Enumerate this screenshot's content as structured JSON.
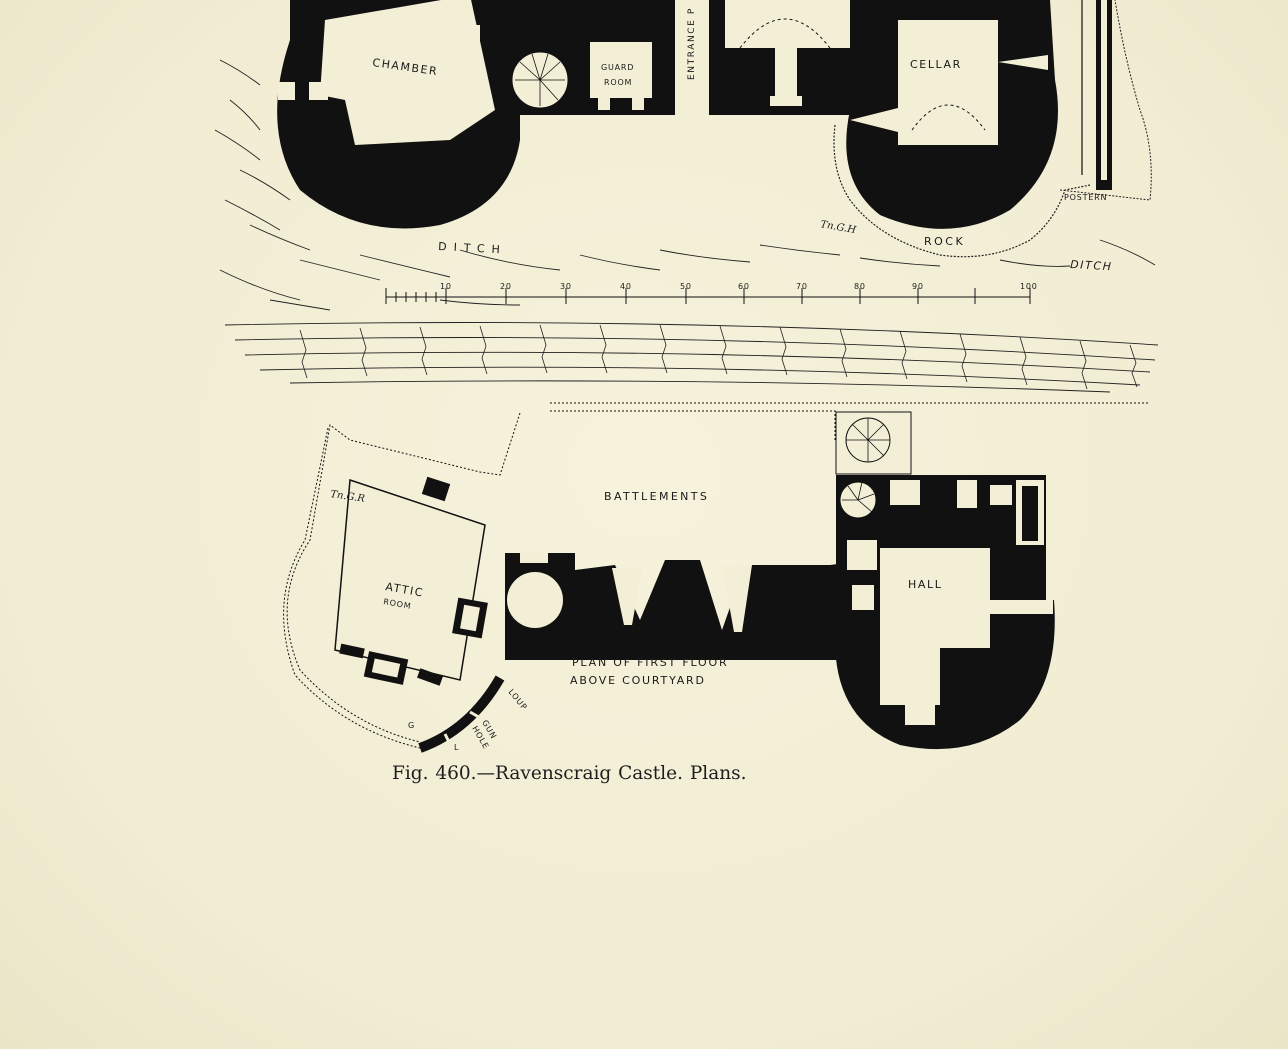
{
  "caption": "Fig. 460.—Ravenscraig Castle. Plans.",
  "labels": {
    "chamber": "CHAMBER",
    "guard_room_1": "GUARD",
    "guard_room_2": "ROOM",
    "entrance": "ENTRANCE P",
    "cellar": "CELLAR",
    "postern": "POSTERN",
    "ditch_left": "DITCH",
    "ditch_right": "DITCH",
    "rock": "ROCK",
    "signature_top": "Tn.G.H",
    "signature_bottom": "Tn.G.R",
    "battlements": "BATTLEMENTS",
    "attic_room_1": "ATTIC",
    "attic_room_2": "ROOM",
    "hall": "HALL",
    "plan_title_1": "PLAN OF FIRST FLOOR",
    "plan_title_2": "ABOVE COURTYARD",
    "loup": "LOUP",
    "gun_hole_1": "GUN",
    "gun_hole_2": "HOLE",
    "gl_1": "G",
    "gl_2": "L"
  },
  "scale_bar": {
    "ticks": [
      "10",
      "20",
      "30",
      "40",
      "50",
      "60",
      "70",
      "80",
      "90",
      "100"
    ]
  },
  "colors": {
    "ink": "#111111",
    "paper": "#f3efd6"
  }
}
